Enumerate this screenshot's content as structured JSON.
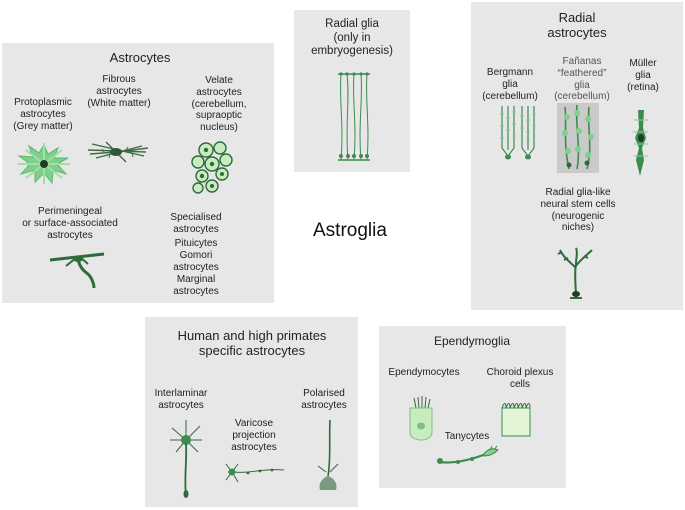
{
  "center_title": "Astroglia",
  "astrocytes": {
    "title": "Astrocytes",
    "protoplasmic": "Protoplasmic\nastrocytes\n(Grey matter)",
    "fibrous": "Fibrous\nastrocytes\n(White matter)",
    "velate": "Velate\nastrocytes\n(cerebellum,\nsupraoptic\nnucleus)",
    "perimeningeal": "Perimeningeal\nor surface-associated\nastrocytes",
    "specialised": "Specialised\nastrocytes",
    "pituicytes": "Pituicytes",
    "gomori": "Gomori\nastrocytes",
    "marginal": "Marginal\nastrocytes"
  },
  "radial_glia": {
    "title": "Radial glia\n(only in\nembryogenesis)"
  },
  "radial_astrocytes": {
    "title": "Radial\nastrocytes",
    "bergmann": "Bergmann\nglia\n(cerebellum)",
    "fananas": "Fañanas\n“feathered”\nglia\n(cerebellum)",
    "muller": "Müller\nglia\n(retina)",
    "radial_like": "Radial glia-like\nneural stem cells\n(neurogenic\nniches)"
  },
  "primates": {
    "title": "Human and high primates\nspecific astrocytes",
    "interlaminar": "Interlaminar\nastrocytes",
    "varicose": "Varicose\nprojection\nastrocytes",
    "polarised": "Polarised\nastrocytes"
  },
  "ependymoglia": {
    "title": "Ependymoglia",
    "ependymocytes": "Ependymocytes",
    "choroid": "Choroid plexus\ncells",
    "tanycytes": "Tanycytes"
  },
  "colors": {
    "panel_bg": "#e6e7e6",
    "cell_green": "#3d8c4f",
    "cell_light": "#7fd08c",
    "cell_pale": "#c8ecc0"
  }
}
